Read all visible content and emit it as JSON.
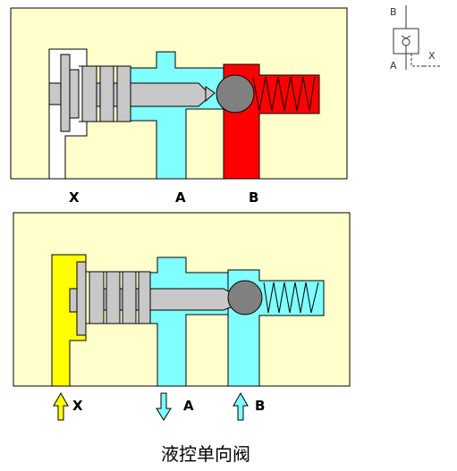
{
  "title": "液控单向阀",
  "colors": {
    "body": "#ffffcc",
    "control_chamber_closed": "#ffffff",
    "control_chamber_open": "#ffff00",
    "fluid": "#80ffff",
    "pressurized": "#ff0000",
    "ball": "#808080",
    "piston": "#c8c8c8",
    "outline": "#000000"
  },
  "panels": {
    "closed": {
      "ports": [
        "X",
        "A",
        "B"
      ]
    },
    "open": {
      "ports": [
        {
          "label": "X",
          "arrow": "up",
          "arrow_color": "#ffff00"
        },
        {
          "label": "A",
          "arrow": "down",
          "arrow_color": "#80ffff"
        },
        {
          "label": "B",
          "arrow": "up",
          "arrow_color": "#80ffff"
        }
      ]
    }
  },
  "symbol": {
    "top_label": "B",
    "bottom_label": "A",
    "side_label": "X"
  }
}
